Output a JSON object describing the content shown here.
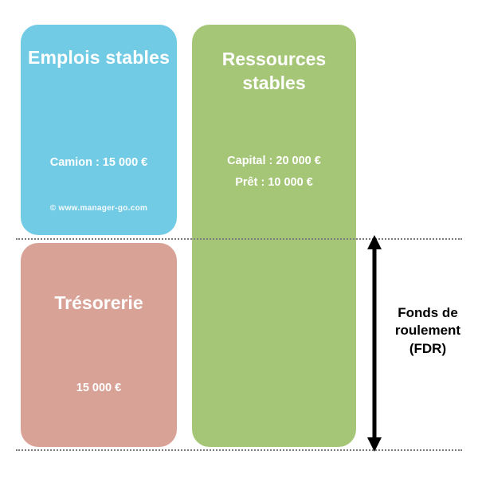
{
  "diagram": {
    "blocks": {
      "emplois": {
        "title": "Emplois stables",
        "line": "Camion : 15 000 €",
        "credit": "© www.manager-go.com",
        "color": "#72cbe4"
      },
      "tresorerie": {
        "title": "Trésorerie",
        "line": "15 000 €",
        "color": "#d9a296"
      },
      "ressources": {
        "title": "Ressources stables",
        "line_1": "Capital : 20 000 €",
        "line_2": "Prêt : 10 000 €",
        "color": "#a6c677"
      }
    },
    "annotation": {
      "fdr_label_line_1": "Fonds de",
      "fdr_label_line_2": "roulement",
      "fdr_label_line_3": "(FDR)",
      "arrow_color": "#000000",
      "guide_color": "#7c7c7c"
    }
  }
}
